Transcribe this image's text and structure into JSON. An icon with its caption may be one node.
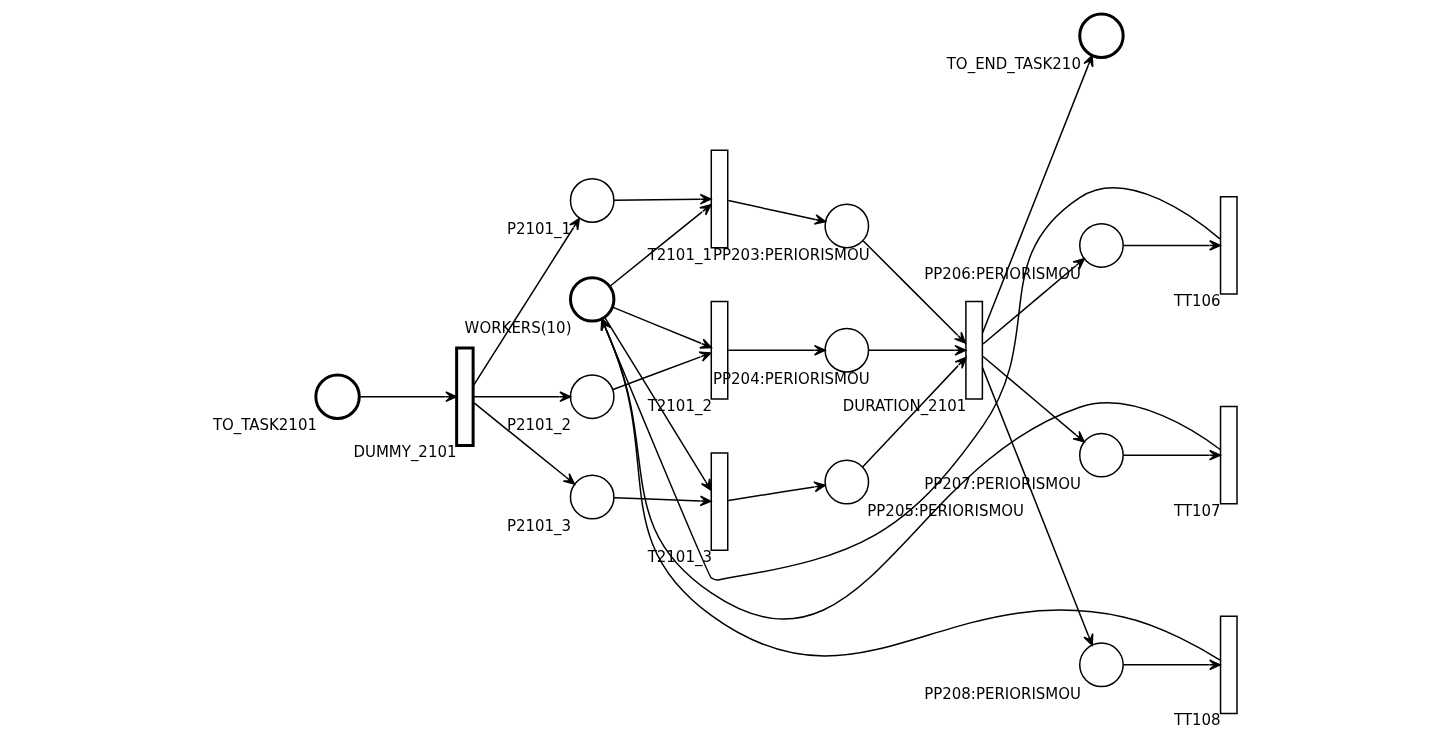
{
  "diagram": {
    "nodes": [
      {
        "text": [
          "WORKERS(10)"
        ]
      },
      {
        "text": [
          "P2101_1"
        ]
      },
      {
        "text": [
          "T2101_1"
        ]
      },
      {
        "text": [
          "PP203:PERIORISMOU"
        ]
      },
      {
        "text": [
          "PP206:PERIORISMOU"
        ]
      },
      {
        "text": [
          "TT106"
        ]
      },
      {
        "text": [
          "DUMMY_2101"
        ]
      },
      {
        "text": [
          "P2101_2"
        ]
      },
      {
        "text": [
          "T2101_2"
        ]
      },
      {
        "text": [
          "PP204:PERIORISMOU"
        ]
      },
      {
        "text": [
          "DURATION_2101"
        ]
      },
      {
        "text": [
          "PP207:PERIORISMOU"
        ]
      },
      {
        "text": [
          "TT107"
        ]
      },
      {
        "text": [
          "P2101_3"
        ]
      },
      {
        "text": [
          "T2101_3"
        ]
      },
      {
        "text": [
          "PP205:PERIORISMOU"
        ]
      },
      {
        "text": [
          "PP208:PERIORISMOU"
        ]
      },
      {
        "text": [
          "TT108"
        ]
      },
      {
        "text": [
          "TO_END_TASK210"
        ]
      },
      {
        "text": [
          "TO_TASK2101"
        ]
      }
    ],
    "edges": [
      {
        "from": 19,
        "to": 6,
        "arrow": "to"
      },
      {
        "from": 6,
        "to": 1,
        "arrow": "to"
      },
      {
        "from": 6,
        "to": 7,
        "arrow": "to"
      },
      {
        "from": 6,
        "to": 13,
        "arrow": "to"
      },
      {
        "from": 1,
        "to": 2,
        "arrow": "to"
      },
      {
        "from": 7,
        "to": 8,
        "arrow": "to"
      },
      {
        "from": 13,
        "to": 14,
        "arrow": "to"
      },
      {
        "from": 0,
        "to": 2,
        "arrow": "to"
      },
      {
        "from": 0,
        "to": 8,
        "arrow": "to"
      },
      {
        "from": 0,
        "to": 14,
        "arrow": "to"
      },
      {
        "from": 2,
        "to": 3,
        "arrow": "to"
      },
      {
        "from": 8,
        "to": 9,
        "arrow": "to"
      },
      {
        "from": 14,
        "to": 15,
        "arrow": "to"
      },
      {
        "from": 3,
        "to": 10,
        "arrow": "to"
      },
      {
        "from": 9,
        "to": 10,
        "arrow": "to"
      },
      {
        "from": 15,
        "to": 10,
        "arrow": "to"
      },
      {
        "from": 10,
        "to": 4,
        "arrow": "to"
      },
      {
        "from": 10,
        "to": 11,
        "arrow": "to"
      },
      {
        "from": 10,
        "to": 16,
        "arrow": "to"
      },
      {
        "from": 10,
        "to": 18,
        "arrow": "to"
      },
      {
        "from": 4,
        "to": 5,
        "arrow": "to"
      },
      {
        "from": 11,
        "to": 12,
        "arrow": "to"
      },
      {
        "from": 16,
        "to": 17,
        "arrow": "to"
      },
      {
        "from": 5,
        "to": 0,
        "arrow": "to"
      },
      {
        "from": 12,
        "to": 0,
        "arrow": "to"
      },
      {
        "from": 17,
        "to": 0,
        "arrow": "to"
      }
    ]
  }
}
